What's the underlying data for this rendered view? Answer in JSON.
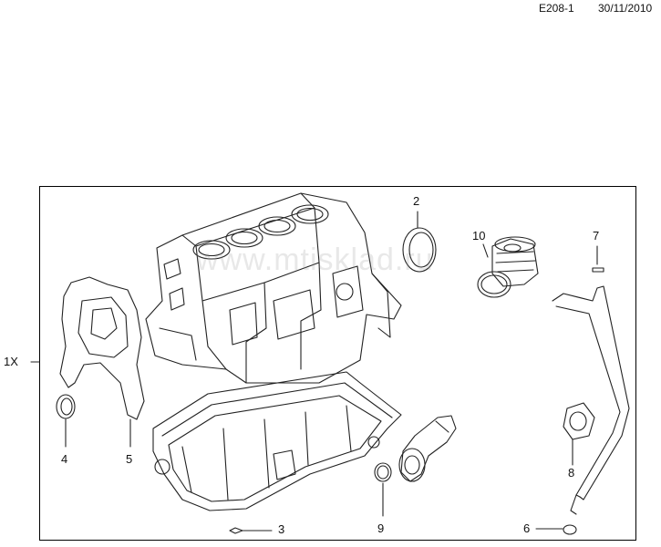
{
  "header": {
    "code": "E208-1",
    "date": "30/11/2010"
  },
  "watermark": "www.mtisklad.ru",
  "assembly_label": "1X",
  "callouts": [
    {
      "number": "2",
      "part": "rear-crankshaft-seal"
    },
    {
      "number": "3",
      "part": "drain-plug-washer"
    },
    {
      "number": "4",
      "part": "front-crankshaft-seal"
    },
    {
      "number": "5",
      "part": "front-cover-gasket-ring"
    },
    {
      "number": "6",
      "part": "dipstick-tube-o-ring"
    },
    {
      "number": "7",
      "part": "small-seal"
    },
    {
      "number": "8",
      "part": "flange-gasket"
    },
    {
      "number": "9",
      "part": "pipe-o-ring"
    },
    {
      "number": "10",
      "part": "oil-filter-housing-seal"
    }
  ],
  "colors": {
    "line": "#222222",
    "frame": "#000000",
    "background": "#ffffff"
  }
}
